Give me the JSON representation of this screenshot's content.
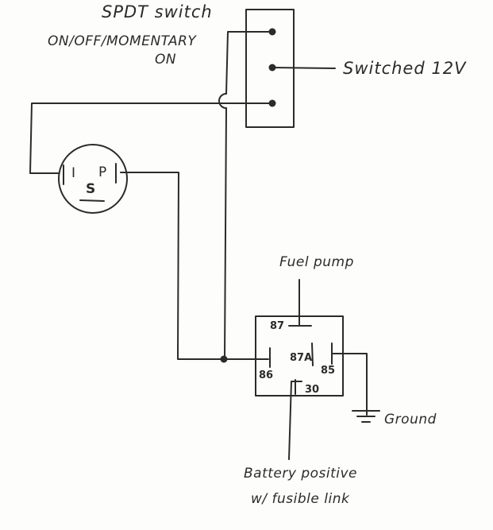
{
  "labels": {
    "switch_title": "SPDT switch",
    "switch_mode_1": "ON/OFF/MOMENTARY",
    "switch_mode_2": "ON",
    "switched_12v": "Switched 12V",
    "fuel_pump": "Fuel pump",
    "ground": "Ground",
    "battery_line_1": "Battery positive",
    "battery_line_2": "w/ fusible link"
  },
  "oil_pressure_switch": {
    "term_i": "I",
    "term_p": "P",
    "term_s": "S"
  },
  "relay": {
    "pin_87": "87",
    "pin_87a": "87A",
    "pin_86": "86",
    "pin_85": "85",
    "pin_30": "30"
  },
  "colors": {
    "ink": "#2b2b2b",
    "paper": "#fdfdfb"
  }
}
